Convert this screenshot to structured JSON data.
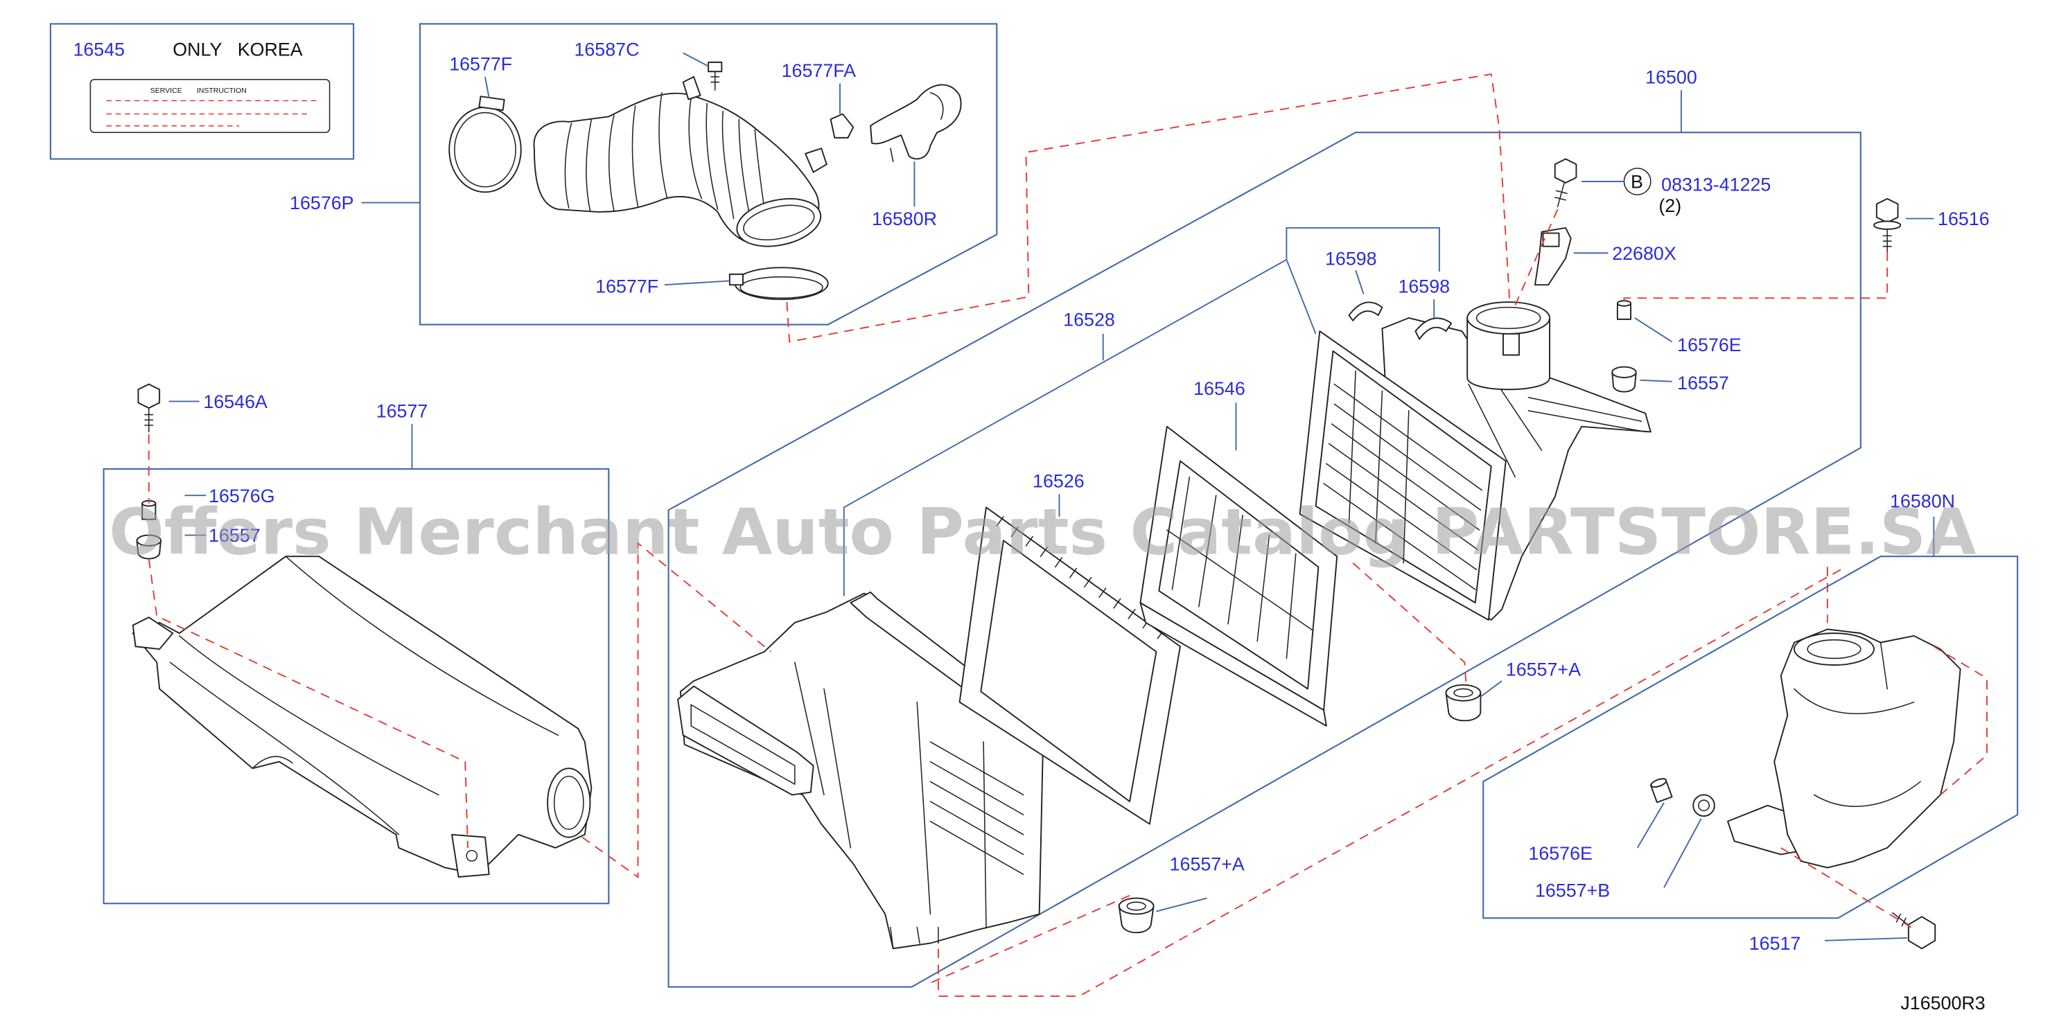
{
  "diagram": {
    "watermark": "Offers Merchant Auto Parts Catalog PARTSTORE.SA",
    "drawing_id": "J16500R3",
    "colors": {
      "label": "#2b2bd9",
      "box_line": "#4169a8",
      "phantom_line": "#e53935",
      "part_line": "#222222",
      "watermark": "#9e9e9e"
    }
  },
  "notice_box": {
    "part_no": "16545",
    "region_note": "ONLY KOREA",
    "card": {
      "service": "SERVICE",
      "instruction": "INSTRUCTION"
    }
  },
  "hose_group": {
    "group_no": "16576P",
    "clamp_upper": "16577F",
    "pin": "16587C",
    "clamp_small": "16577FA",
    "elbow_hose": "16580R",
    "clamp_lower": "16577F"
  },
  "air_cleaner": {
    "assembly_no": "16500",
    "housing": "16528",
    "seal_left": "16598",
    "seal_right": "16598",
    "element": "16546",
    "frame": "16526",
    "bolt_spec": {
      "circle_letter": "B",
      "part_no": "08313-41225",
      "qty": "(2)"
    },
    "sensor": "22680X",
    "bolt": "16516",
    "collar": "16576E",
    "grommet": "16557",
    "grommet_a_upper": "16557+A",
    "grommet_a_lower": "16557+A"
  },
  "duct_group": {
    "bolt": "16546A",
    "duct": "16577",
    "collar": "16576G",
    "grommet": "16557"
  },
  "resonator_group": {
    "resonator": "16580N",
    "collar": "16576E",
    "grommet": "16557+B",
    "bolt": "16517"
  }
}
